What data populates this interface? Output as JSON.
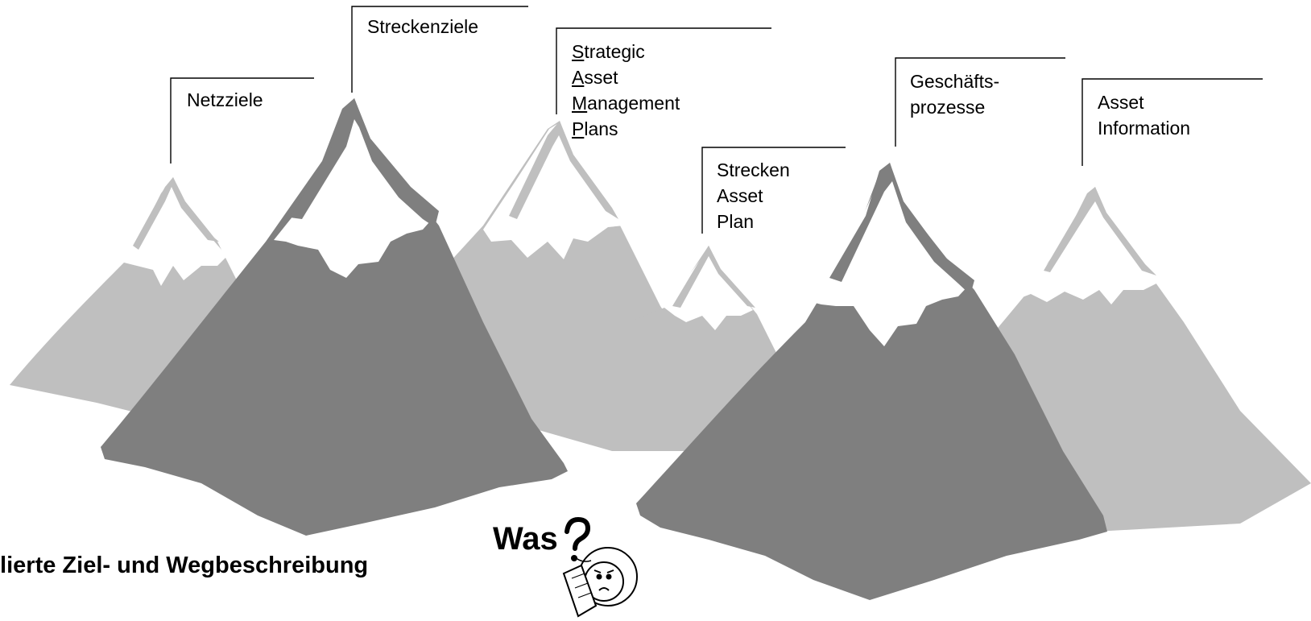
{
  "labels": {
    "netzziele": "Netzziele",
    "streckenziele": "Streckenziele",
    "samp": [
      {
        "first": "S",
        "rest": "trategic"
      },
      {
        "first": "A",
        "rest": "sset"
      },
      {
        "first": "M",
        "rest": "anagement"
      },
      {
        "first": "P",
        "rest": "lans"
      }
    ],
    "strecken_asset_plan": [
      "Strecken",
      "Asset",
      "Plan"
    ],
    "geschaeftsprozesse": [
      "Geschäfts-",
      "prozesse"
    ],
    "asset_information": [
      "Asset",
      "Information"
    ]
  },
  "caption": "llierte Ziel- und Wegbeschreibung",
  "question": "Was",
  "colors": {
    "dark_mountain": "#7f7f7f",
    "light_mountain": "#bfbfbf",
    "snow": "#ffffff",
    "leader_line": "#000000"
  }
}
